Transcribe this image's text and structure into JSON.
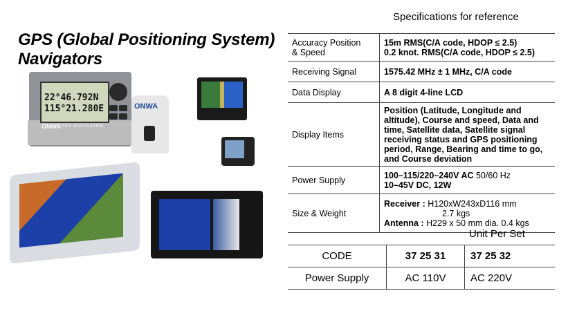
{
  "title_line1": "GPS (Global Positioning System)",
  "title_line2": "Navigators",
  "spec_heading": "Specifications for reference",
  "device_lcd": {
    "line1": "22°46.792N",
    "line2": "115°21.280E",
    "brand": "ONWA",
    "model": "GPS NAVIGATOR"
  },
  "specs": {
    "accuracy": {
      "label1": "Accuracy Position",
      "label2": "& Speed",
      "v1": "15m RMS(C/A code, HDOP  ≤ 2.5)",
      "v2": "0.2 knot. RMS(C/A code, HDOP ≤  2.5)"
    },
    "receiving": {
      "label": "Receiving Signal",
      "value": "1575.42 MHz  ± 1 MHz, C/A code"
    },
    "display": {
      "label": "Data Display",
      "value": "A 8 digit 4-line LCD"
    },
    "items": {
      "label": "Display Items",
      "value": "Position (Latitude, Longitude and altitude), Course and speed, Data and time, Satellite data, Satellite signal receiving status and GPS positioning period, Range, Bearing and time to go, and Course deviation"
    },
    "power": {
      "label": "Power Supply",
      "v1a": "100–115/220–240V AC ",
      "v1b": "50/60 Hz",
      "v2": "10–45V DC, 12W"
    },
    "size": {
      "label": "Size & Weight",
      "r_label": "Receiver : ",
      "r_value": "H120xW243xD116 mm",
      "r_weight": "2.7 kgs",
      "a_label": "Antenna  : ",
      "a_value": "H229 x 50 mm dia. 0.4 kgs"
    }
  },
  "unit_label": "Unit Per Set",
  "price": {
    "code_label": "CODE",
    "code_1": "37 25 31",
    "code_2": "37 25 32",
    "ps_label": "Power Supply",
    "ps_1": "AC 110V",
    "ps_2": "AC 220V"
  },
  "colors": {
    "screen_green": "#cfd8bd",
    "chart_blue": "#1c3fa8",
    "chart_land": "#c86a2a"
  }
}
